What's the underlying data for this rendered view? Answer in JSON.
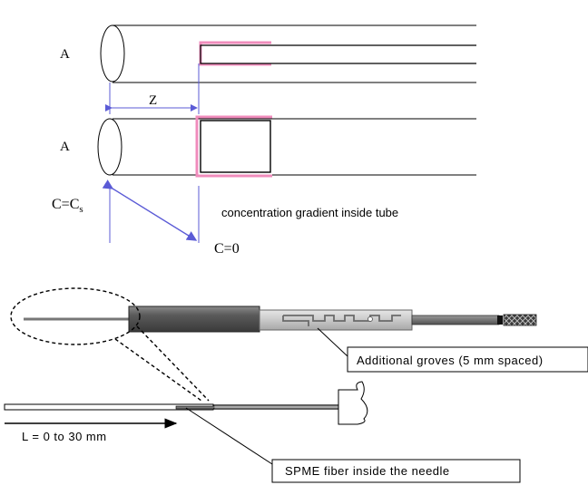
{
  "top": {
    "tube_a_label": "A",
    "tube_b_label": "A",
    "distance_label": "Z",
    "conc_left_prefix": "C=C",
    "conc_left_sub": "s",
    "conc_right": "C=0",
    "gradient_caption": "concentration gradient inside tube"
  },
  "bottom": {
    "grooves_callout": "Additional groves (5 mm spaced)",
    "length_label": "L = 0 to 30 mm",
    "fiber_callout": "SPME fiber inside the needle"
  },
  "colors": {
    "accent_blue": "#5b5bd6",
    "highlight_pink": "#f08cbc",
    "barrel_dark": "#555555",
    "barrel_light": "#c8c8c8"
  }
}
